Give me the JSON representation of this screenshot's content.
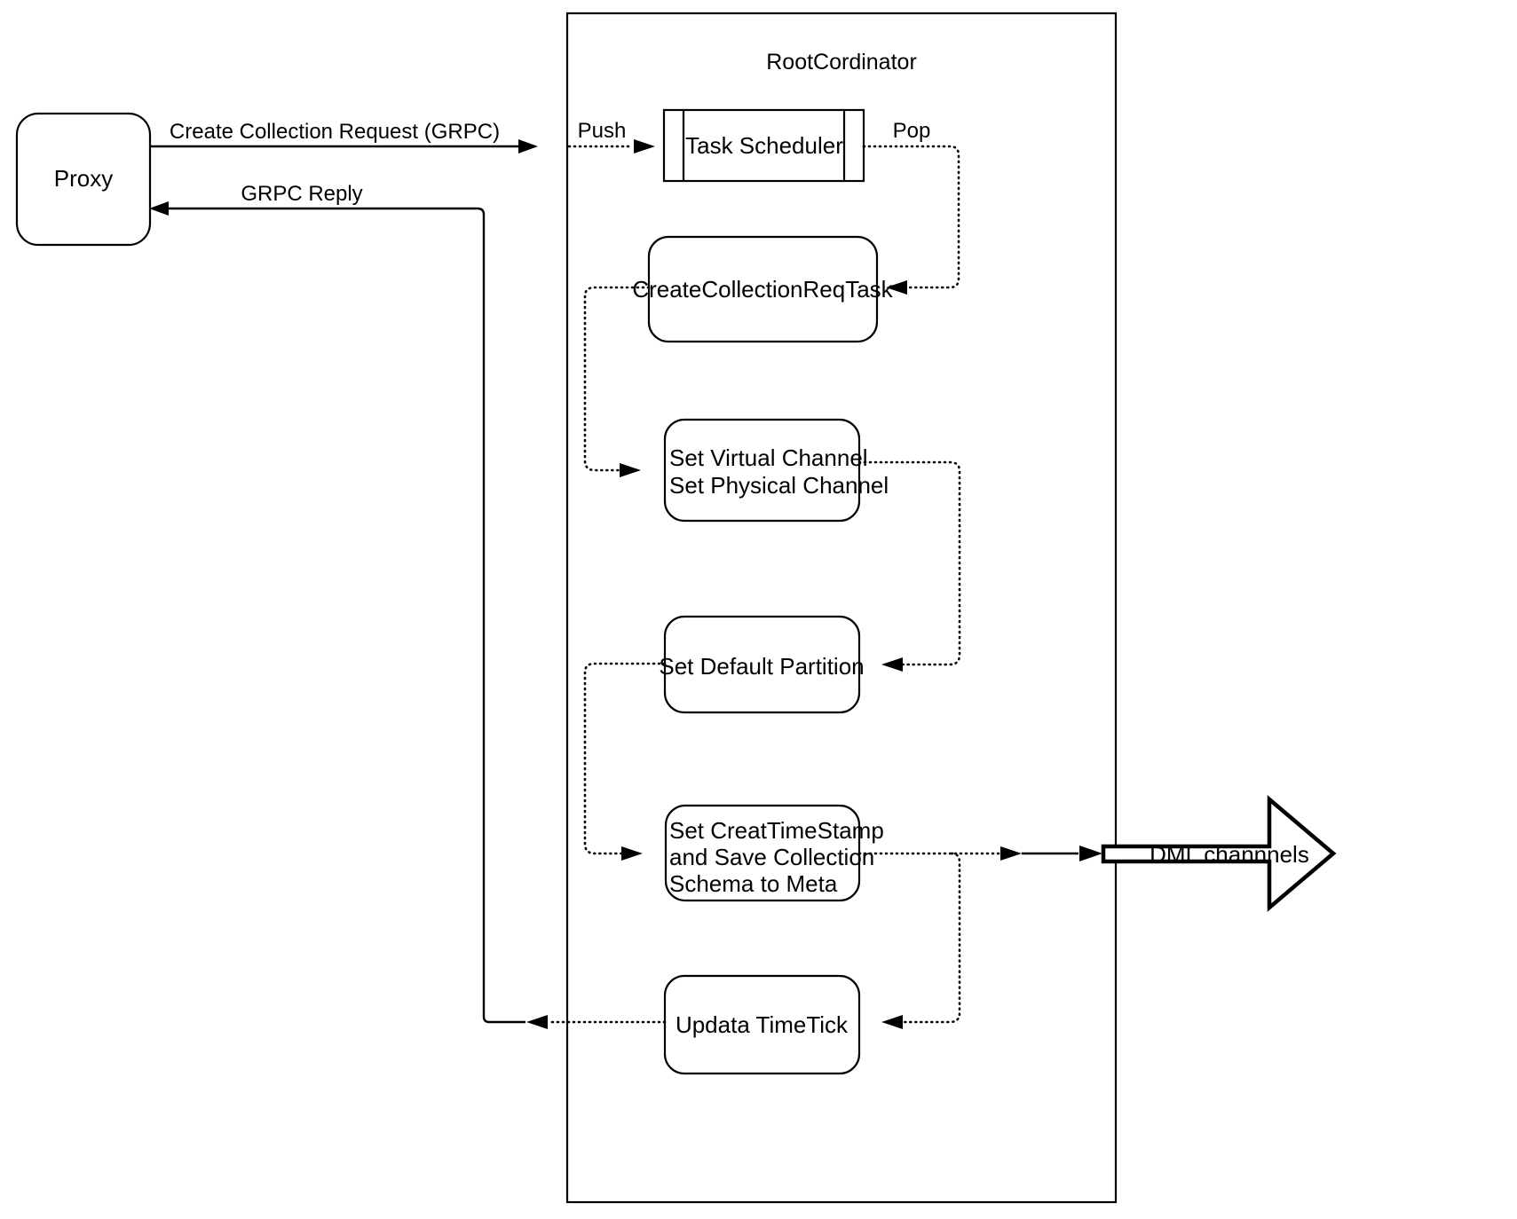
{
  "diagram": {
    "title_label": "RootCordinator",
    "colors": {
      "stroke": "#000000",
      "fill": "#ffffff",
      "text": "#000000"
    },
    "nodes": {
      "proxy": {
        "label": "Proxy"
      },
      "task_scheduler": {
        "label": "Task Scheduler"
      },
      "create_collection_req_task": {
        "label": "CreateCollectionReqTask"
      },
      "set_channels": {
        "line1": "Set Virtual Channel",
        "line2": "Set Physical Channel"
      },
      "set_default_partition": {
        "label": "Set Default Partition"
      },
      "set_creat_timestamp": {
        "line1": "Set CreatTimeStamp",
        "line2": "and Save Collection",
        "line3": "Schema to Meta"
      },
      "updata_timetick": {
        "label": "Updata TimeTick"
      },
      "dml_channels": {
        "label": "DML channnels"
      }
    },
    "edges": {
      "create_collection_request": "Create Collection Request (GRPC)",
      "grpc_reply": "GRPC Reply",
      "push": "Push",
      "pop": "Pop"
    }
  }
}
